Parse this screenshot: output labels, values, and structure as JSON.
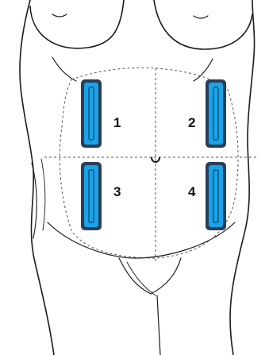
{
  "diagram": {
    "colors": {
      "pad_outer": "#2b3e56",
      "pad_fill": "#1aa3e8",
      "pad_inner": "#0d4f7a",
      "outline": "#1a1a1a",
      "guide": "#555555"
    },
    "zones": [
      {
        "label": "1"
      },
      {
        "label": "2"
      },
      {
        "label": "3"
      },
      {
        "label": "4"
      }
    ]
  }
}
